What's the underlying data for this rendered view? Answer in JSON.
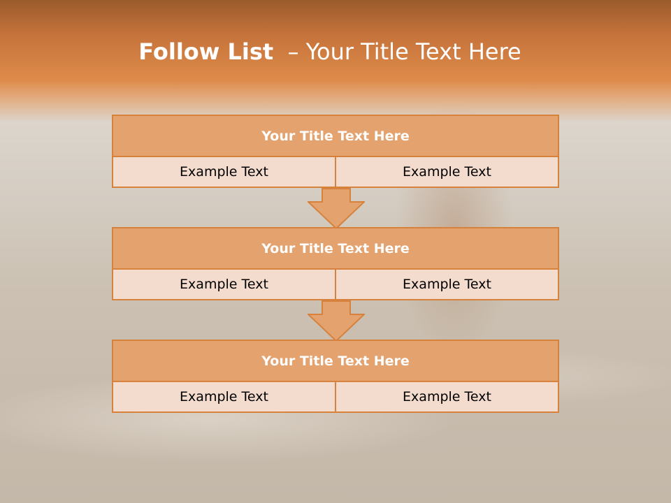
{
  "title": {
    "bold": "Follow List",
    "rest": "  – Your Title Text Here"
  },
  "steps": [
    {
      "title": "Your Title Text Here",
      "left": "Example Text",
      "right": "Example Text"
    },
    {
      "title": "Your Title Text Here",
      "left": "Example Text",
      "right": "Example Text"
    },
    {
      "title": "Your Title Text Here",
      "left": "Example Text",
      "right": "Example Text"
    }
  ],
  "colors": {
    "accent": "#d6823d",
    "header_fill": "#e4a26f",
    "cell_fill": "#f3dbcd"
  }
}
